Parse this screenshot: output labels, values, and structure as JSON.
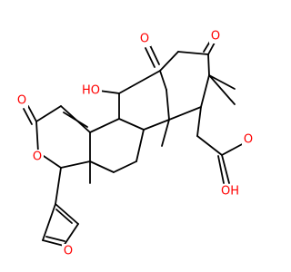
{
  "colors": {
    "bond": "#000000",
    "oxygen": "#ff0000",
    "background": "#ffffff"
  },
  "atom_labels": {
    "ketone_top": "O",
    "ketone_right": "O",
    "lactone_carbonyl": "O",
    "lactone_ring": "O",
    "hydroxyl": "HO",
    "furan_oxygen": "O",
    "acid_carbonyl": "O",
    "acid_hydroxyl": "OH"
  }
}
